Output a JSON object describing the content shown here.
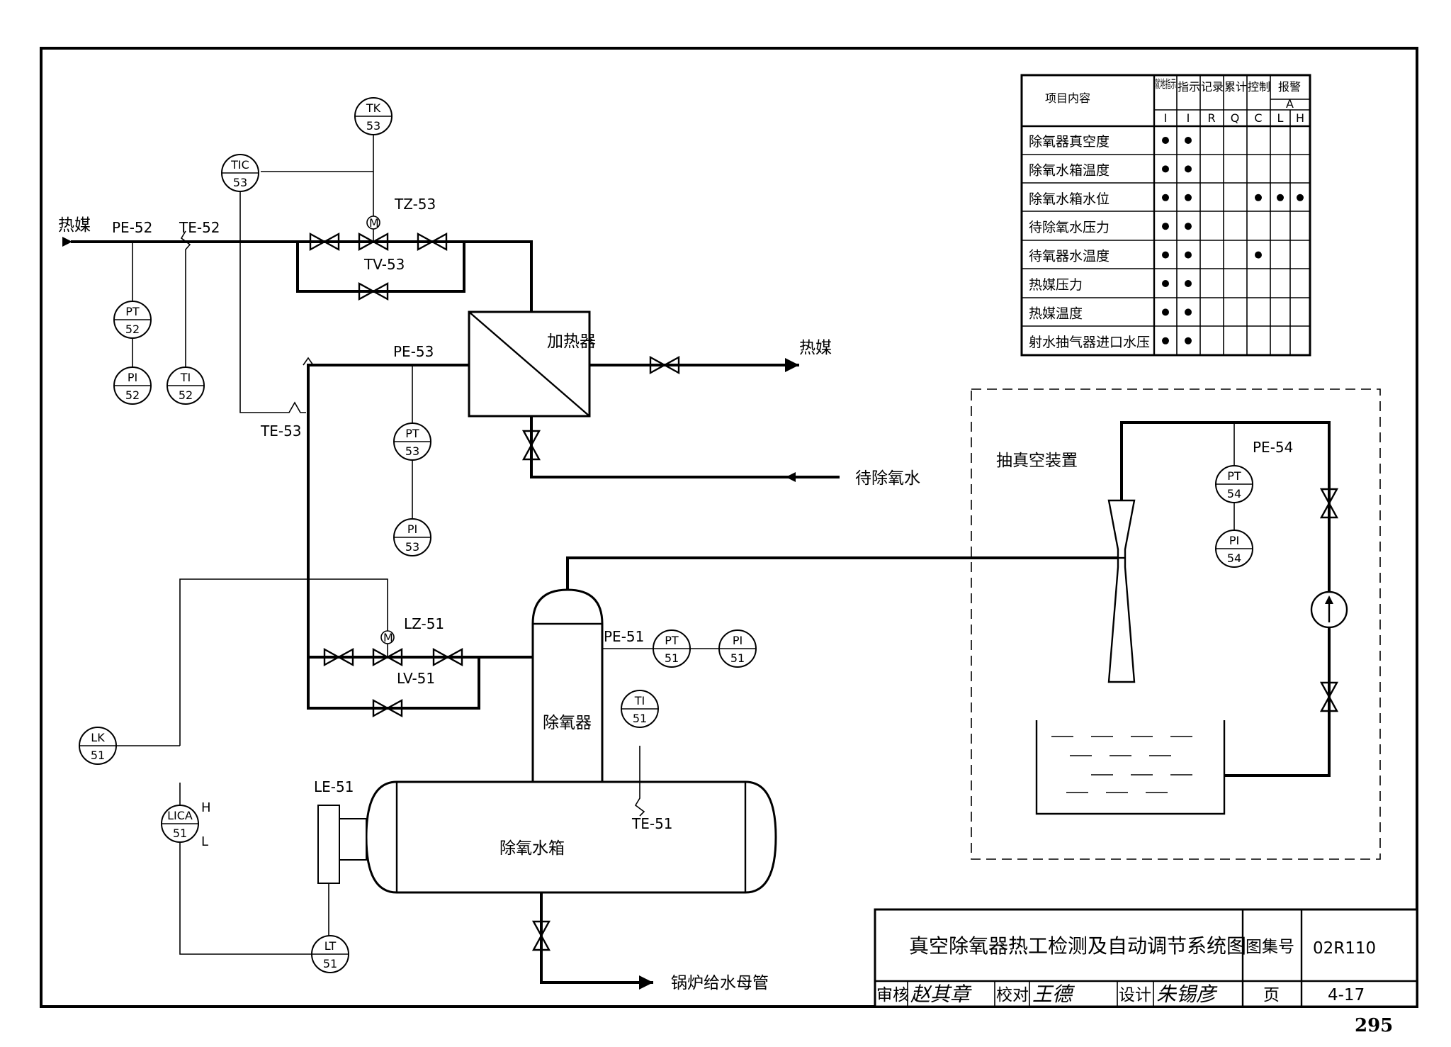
{
  "drawing_title": "真空除氧器热工检测及自动调节系统图",
  "page_number": "295",
  "title_block": {
    "atlas_label": "图集号",
    "atlas_no": "02R110",
    "review_label": "审核",
    "check_label": "校对",
    "design_label": "设计",
    "page_label": "页",
    "page_value": "4-17"
  },
  "streams": {
    "heat_medium_in": "热媒",
    "heat_medium_out": "热媒",
    "water_in": "待除氧水",
    "boiler_feed": "锅炉给水母管"
  },
  "equipment": {
    "heater": "加热器",
    "deaerator": "除氧器",
    "tank": "除氧水箱",
    "vacuum": "抽真空装置"
  },
  "tags": {
    "pe52": "PE-52",
    "te52": "TE-52",
    "tz53": "TZ-53",
    "tv53": "TV-53",
    "pe53": "PE-53",
    "te53": "TE-53",
    "lz51": "LZ-51",
    "lv51": "LV-51",
    "pe51": "PE-51",
    "te51": "TE-51",
    "le51": "LE-51",
    "pe54": "PE-54",
    "alarm_h": "H",
    "alarm_l": "L"
  },
  "instruments": {
    "tk53": {
      "top": "TK",
      "bottom": "53"
    },
    "tic53": {
      "top": "TIC",
      "bottom": "53"
    },
    "pt52": {
      "top": "PT",
      "bottom": "52"
    },
    "pi52": {
      "top": "PI",
      "bottom": "52"
    },
    "ti52": {
      "top": "TI",
      "bottom": "52"
    },
    "pt53": {
      "top": "PT",
      "bottom": "53"
    },
    "pi53": {
      "top": "PI",
      "bottom": "53"
    },
    "pt51": {
      "top": "PT",
      "bottom": "51"
    },
    "pi51": {
      "top": "PI",
      "bottom": "51"
    },
    "ti51": {
      "top": "TI",
      "bottom": "51"
    },
    "lk51": {
      "top": "LK",
      "bottom": "51"
    },
    "lica51": {
      "top": "LICA",
      "bottom": "51"
    },
    "lt51": {
      "top": "LT",
      "bottom": "51"
    },
    "pt54": {
      "top": "PT",
      "bottom": "54"
    },
    "pi54": {
      "top": "PI",
      "bottom": "54"
    }
  },
  "motor_symbol": "M",
  "table": {
    "item_header": "项目内容",
    "col_local": "就地指示",
    "col_indicate": "指示",
    "col_record": "记录",
    "col_total": "累计",
    "col_control": "控制",
    "col_alarm": "报警",
    "alarm_letter": "A",
    "letters": [
      "I",
      "I",
      "R",
      "Q",
      "C",
      "L",
      "H"
    ],
    "rows": [
      {
        "item": "除氧器真空度",
        "marks": [
          1,
          1,
          0,
          0,
          0,
          0,
          0
        ]
      },
      {
        "item": "除氧水箱温度",
        "marks": [
          1,
          1,
          0,
          0,
          0,
          0,
          0
        ]
      },
      {
        "item": "除氧水箱水位",
        "marks": [
          1,
          1,
          0,
          0,
          1,
          1,
          1
        ]
      },
      {
        "item": "待除氧水压力",
        "marks": [
          1,
          1,
          0,
          0,
          0,
          0,
          0
        ]
      },
      {
        "item": "待氧器水温度",
        "marks": [
          1,
          1,
          0,
          0,
          1,
          0,
          0
        ]
      },
      {
        "item": "热媒压力",
        "marks": [
          1,
          1,
          0,
          0,
          0,
          0,
          0
        ]
      },
      {
        "item": "热媒温度",
        "marks": [
          1,
          1,
          0,
          0,
          0,
          0,
          0
        ]
      },
      {
        "item": "射水抽气器进口水压",
        "marks": [
          1,
          1,
          0,
          0,
          0,
          0,
          0
        ]
      }
    ]
  },
  "signatures": {
    "review": "赵其章",
    "check": "王德",
    "design": "朱锡彦"
  }
}
